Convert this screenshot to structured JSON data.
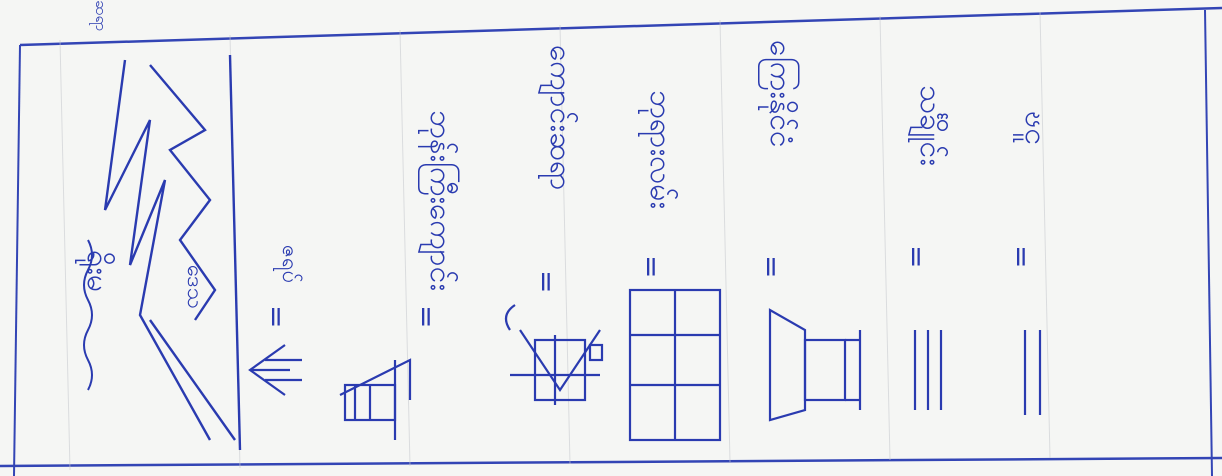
{
  "document": {
    "lines": [
      {
        "label": "ၓငူ",
        "eq": "="
      },
      {
        "label": "သင်္ချိုင်း",
        "eq": "="
      },
      {
        "label": "ကြေးနိုင်ငံ",
        "eq": "="
      },
      {
        "label": "ဘုရားလမ်း",
        "eq": "="
      },
      {
        "label": "ကျောင်းဆရာ",
        "eq": "="
      },
      {
        "label": "ဇရပ်",
        "eq": "="
      },
      {
        "label": "ဘုန်းကြီးကျောင်း",
        "eq": "="
      }
    ],
    "heading": "ရိုးမ",
    "mountain_label": "ဒေသ",
    "margin_text": "ဆရာ"
  },
  "ink_color": "#2a3bb0"
}
